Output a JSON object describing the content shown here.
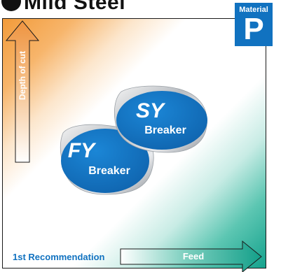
{
  "header": {
    "title": "Mild Steel"
  },
  "material": {
    "label": "Material",
    "letter": "P"
  },
  "axes": {
    "vertical_label": "Depth of cut",
    "horizontal_label": "Feed",
    "recommendation_label": "1st Recommendation"
  },
  "breakers": [
    {
      "code": "SY",
      "name": "Breaker"
    },
    {
      "code": "FY",
      "name": "Breaker"
    }
  ],
  "colors": {
    "brand_blue": "#1172c0",
    "orange": "#f29b3a",
    "teal": "#15a28d",
    "arrow_orange": "#f0a25a",
    "arrow_teal": "#1ca58f"
  }
}
